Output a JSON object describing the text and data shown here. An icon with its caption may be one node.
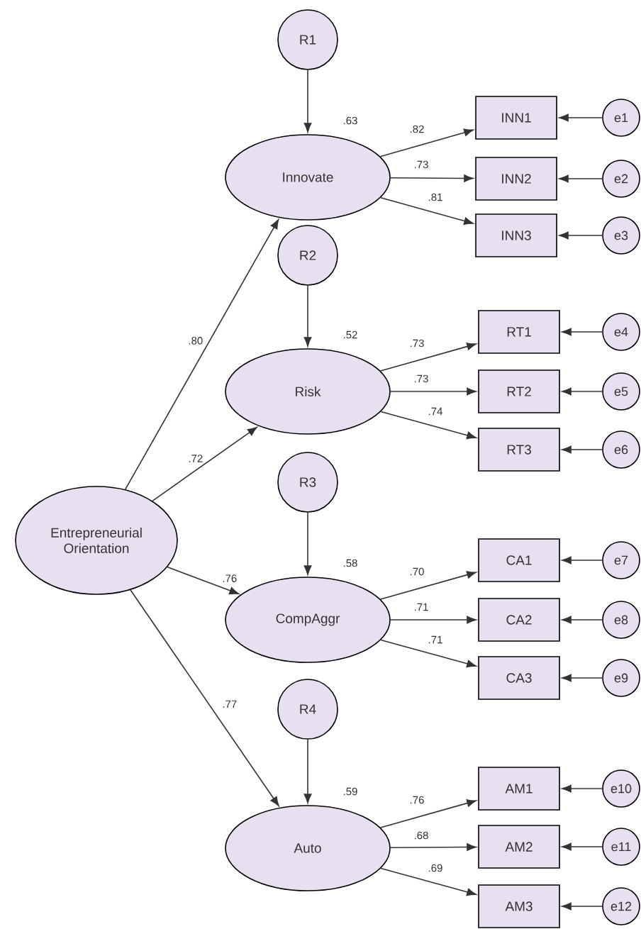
{
  "diagram": {
    "nodes": [
      {
        "text": [
          "Entrepreneurial Orientation"
        ]
      },
      {
        "text": [
          "R1"
        ]
      },
      {
        "text": [
          "Innovate"
        ],
        "beside": [
          ".63"
        ]
      },
      {
        "text": [
          "INN1"
        ]
      },
      {
        "text": [
          "INN2"
        ]
      },
      {
        "text": [
          "INN3"
        ]
      },
      {
        "text": [
          "e1"
        ]
      },
      {
        "text": [
          "e2"
        ]
      },
      {
        "text": [
          "e3"
        ]
      },
      {
        "text": [
          "R2"
        ]
      },
      {
        "text": [
          "Risk"
        ],
        "beside": [
          ".52"
        ]
      },
      {
        "text": [
          "RT1"
        ]
      },
      {
        "text": [
          "RT2"
        ]
      },
      {
        "text": [
          "RT3"
        ]
      },
      {
        "text": [
          "e4"
        ]
      },
      {
        "text": [
          "e5"
        ]
      },
      {
        "text": [
          "e6"
        ]
      },
      {
        "text": [
          "R3"
        ]
      },
      {
        "text": [
          "CompAggr"
        ],
        "beside": [
          ".58"
        ]
      },
      {
        "text": [
          "CA1"
        ]
      },
      {
        "text": [
          "CA2"
        ]
      },
      {
        "text": [
          "CA3"
        ]
      },
      {
        "text": [
          "e7"
        ]
      },
      {
        "text": [
          "e8"
        ]
      },
      {
        "text": [
          "e9"
        ]
      },
      {
        "text": [
          "R4"
        ]
      },
      {
        "text": [
          "Auto"
        ],
        "beside": [
          ".59"
        ]
      },
      {
        "text": [
          "AM1"
        ]
      },
      {
        "text": [
          "AM2"
        ]
      },
      {
        "text": [
          "AM3"
        ]
      },
      {
        "text": [
          "e10"
        ]
      },
      {
        "text": [
          "e11"
        ]
      },
      {
        "text": [
          "e12"
        ]
      }
    ],
    "edges": [
      {
        "from": 0,
        "to": 2,
        "arrow": "to",
        "label": ".80"
      },
      {
        "from": 0,
        "to": 10,
        "arrow": "to",
        "label": ".72"
      },
      {
        "from": 0,
        "to": 18,
        "arrow": "to",
        "label": ".76"
      },
      {
        "from": 0,
        "to": 26,
        "arrow": "to",
        "label": ".77"
      },
      {
        "from": 1,
        "to": 2,
        "arrow": "to"
      },
      {
        "from": 2,
        "to": 3,
        "arrow": "to",
        "label": ".82"
      },
      {
        "from": 2,
        "to": 4,
        "arrow": "to",
        "label": ".73"
      },
      {
        "from": 2,
        "to": 5,
        "arrow": "to",
        "label": ".81"
      },
      {
        "from": 6,
        "to": 3,
        "arrow": "to"
      },
      {
        "from": 7,
        "to": 4,
        "arrow": "to"
      },
      {
        "from": 8,
        "to": 5,
        "arrow": "to"
      },
      {
        "from": 9,
        "to": 10,
        "arrow": "to"
      },
      {
        "from": 10,
        "to": 11,
        "arrow": "to",
        "label": ".73"
      },
      {
        "from": 10,
        "to": 12,
        "arrow": "to",
        "label": ".73"
      },
      {
        "from": 10,
        "to": 13,
        "arrow": "to",
        "label": ".74"
      },
      {
        "from": 14,
        "to": 11,
        "arrow": "to"
      },
      {
        "from": 15,
        "to": 12,
        "arrow": "to"
      },
      {
        "from": 16,
        "to": 13,
        "arrow": "to"
      },
      {
        "from": 17,
        "to": 18,
        "arrow": "to"
      },
      {
        "from": 18,
        "to": 19,
        "arrow": "to",
        "label": ".70"
      },
      {
        "from": 18,
        "to": 20,
        "arrow": "to",
        "label": ".71"
      },
      {
        "from": 18,
        "to": 21,
        "arrow": "to",
        "label": ".71"
      },
      {
        "from": 22,
        "to": 19,
        "arrow": "to"
      },
      {
        "from": 23,
        "to": 20,
        "arrow": "to"
      },
      {
        "from": 24,
        "to": 21,
        "arrow": "to"
      },
      {
        "from": 25,
        "to": 26,
        "arrow": "to"
      },
      {
        "from": 26,
        "to": 27,
        "arrow": "to",
        "label": ".76"
      },
      {
        "from": 26,
        "to": 28,
        "arrow": "to",
        "label": ".68"
      },
      {
        "from": 26,
        "to": 29,
        "arrow": "to",
        "label": ".69"
      },
      {
        "from": 30,
        "to": 27,
        "arrow": "to"
      },
      {
        "from": 31,
        "to": 28,
        "arrow": "to"
      },
      {
        "from": 32,
        "to": 29,
        "arrow": "to"
      }
    ]
  }
}
